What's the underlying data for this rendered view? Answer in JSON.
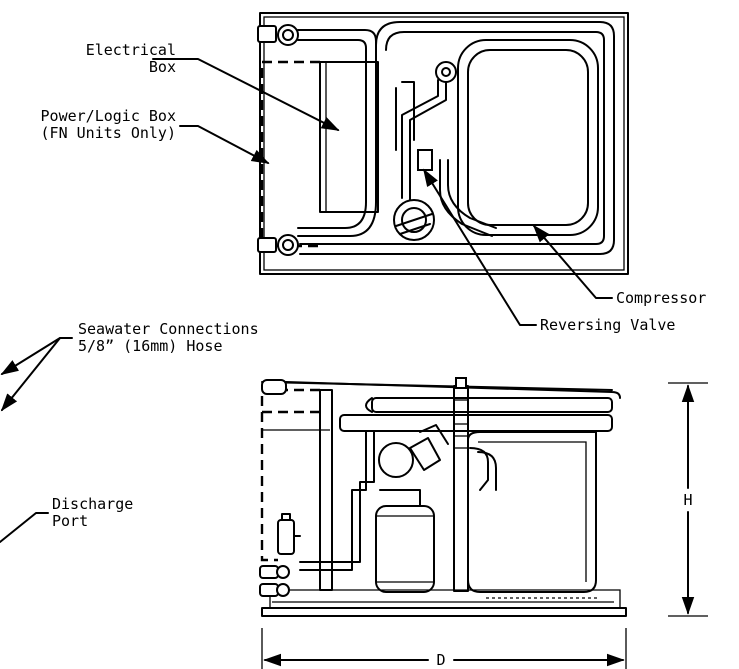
{
  "labels": {
    "electrical_box": [
      "Electrical",
      "Box"
    ],
    "power_logic_box": [
      "Power/Logic Box",
      "(FN Units Only)"
    ],
    "compressor": "Compressor",
    "reversing_valve": "Reversing Valve",
    "seawater_connections": [
      "Seawater Connections",
      "5/8” (16mm) Hose"
    ],
    "discharge_port": [
      "Discharge",
      "Port"
    ],
    "height_dim": "H",
    "depth_dim": "D"
  }
}
